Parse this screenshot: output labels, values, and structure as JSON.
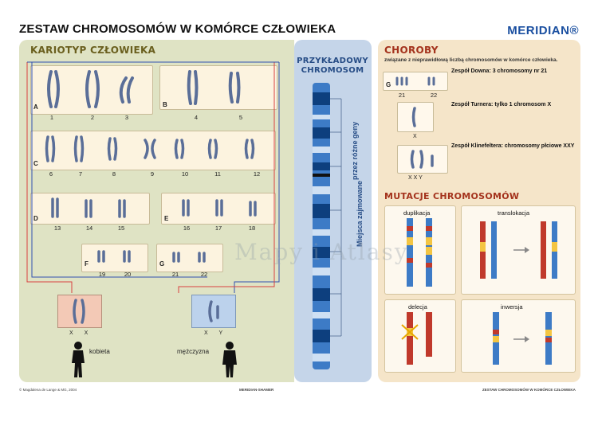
{
  "title": "ZESTAW CHROMOSOMÓW W KOMÓRCE CZŁOWIEKA",
  "brand": "MERIDIAN®",
  "karyotype": {
    "title": "KARIOTYP CZŁOWIEKA",
    "groups": [
      {
        "label": "A",
        "numbers": [
          "1",
          "2",
          "3"
        ]
      },
      {
        "label": "B",
        "numbers": [
          "4",
          "5"
        ]
      },
      {
        "label": "C",
        "numbers": [
          "6",
          "7",
          "8",
          "9",
          "10",
          "11",
          "12"
        ]
      },
      {
        "label": "D",
        "numbers": [
          "13",
          "14",
          "15"
        ]
      },
      {
        "label": "E",
        "numbers": [
          "16",
          "17",
          "18"
        ]
      },
      {
        "label": "F",
        "numbers": [
          "19",
          "20"
        ]
      },
      {
        "label": "G",
        "numbers": [
          "21",
          "22"
        ]
      }
    ],
    "female": {
      "chromosomes": "X    X",
      "label": "kobieta"
    },
    "male": {
      "chromosomes": "X    Y",
      "label": "mężczyzna"
    }
  },
  "example": {
    "title_line1": "PRZYKŁADOWY",
    "title_line2": "CHROMOSOM",
    "genes_label": "przez różne geny",
    "places_label": "Miejsca zajmowane"
  },
  "diseases": {
    "title": "CHOROBY",
    "subtitle": "związane z nieprawidłową liczbą chromosomów w komórce człowieka.",
    "down": {
      "title": "Zespół Downa: 3 chromosomy nr 21",
      "group": "G",
      "n1": "21",
      "n2": "22"
    },
    "turner": {
      "title": "Zespół Turnera: tylko 1 chromosom X",
      "label": "X"
    },
    "klinefelter": {
      "title": "Zespół Klinefeltera: chromosomy płciowe XXY",
      "label": "X  X  Y"
    }
  },
  "mutations": {
    "title": "MUTACJE CHROMOSOMÓW",
    "duplication": "duplikacja",
    "translocation": "translokacja",
    "deletion": "delecja",
    "inversion": "inwersja"
  },
  "footer": {
    "left": "© Magdalena de Lange & MG, 2004",
    "center_title": "MERIDIAN-SHAMER",
    "right_title": "ZESTAW CHROMOSOMÓW W KOMÓRCE CZŁOWIEKA"
  },
  "watermark": "Mapy i Atlasy",
  "colors": {
    "chromosome": "#5a6e98",
    "karyotype_bg": "#dfe3c4",
    "example_bg": "#c5d5e9",
    "disease_bg": "#f5e5c9",
    "female": "#f3c9b6",
    "male": "#bcd2ec",
    "brand": "#1a4fa0"
  }
}
